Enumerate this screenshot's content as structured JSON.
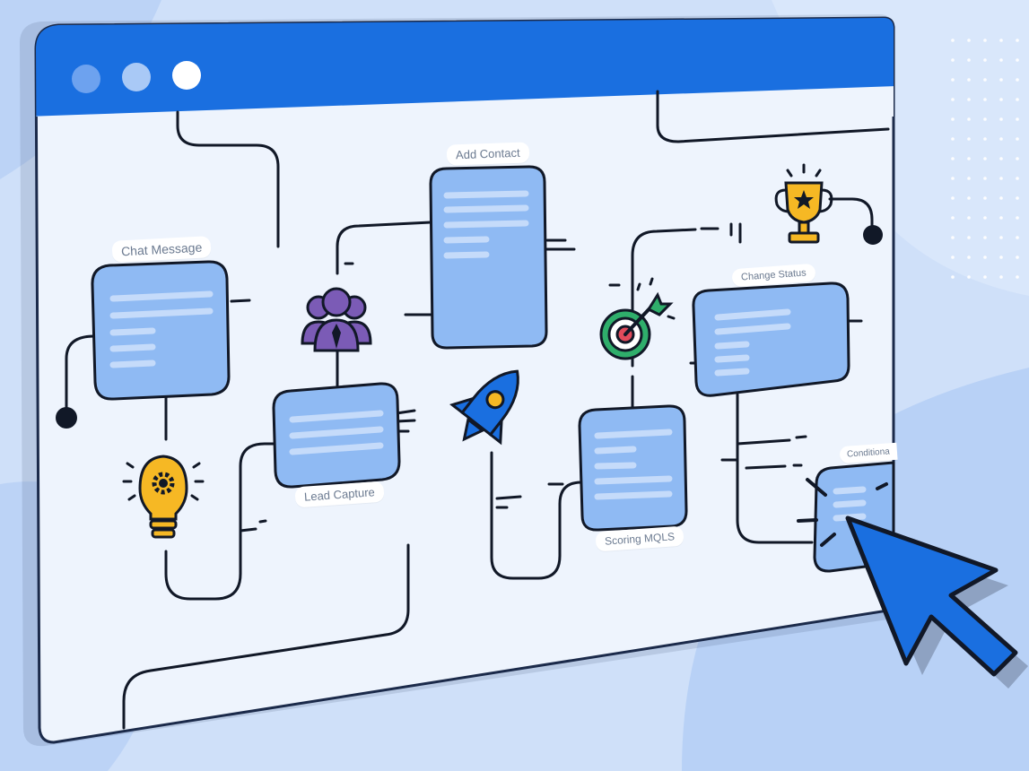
{
  "illustration": {
    "theme": "workflow-automation-canvas",
    "colors": {
      "background": "#cfe0f9",
      "window_frame": "#1b2a4a",
      "titlebar": "#1a6fe0",
      "canvas": "#eef4fd",
      "node_fill": "#8fbaf3",
      "node_lines": "#c5dbfa",
      "connector": "#111827",
      "cursor": "#1a6fe0",
      "accent_yellow": "#f6b824",
      "accent_purple": "#7b5bb6",
      "accent_green": "#2fae6b",
      "accent_red": "#e24b5b"
    },
    "window": {
      "controls": [
        "window-dot-1",
        "window-dot-2",
        "window-dot-3"
      ]
    },
    "nodes": [
      {
        "id": "chat-message",
        "label": "Chat Message"
      },
      {
        "id": "lead-capture",
        "label": "Lead Capture"
      },
      {
        "id": "add-contact",
        "label": "Add Contact"
      },
      {
        "id": "scoring-mqls",
        "label": "Scoring MQLS"
      },
      {
        "id": "change-status",
        "label": "Change Status"
      },
      {
        "id": "conditional",
        "label": "Conditiona"
      }
    ],
    "icons": [
      "lightbulb-gear-icon",
      "team-icon",
      "rocket-icon",
      "target-icon",
      "trophy-icon",
      "cursor-icon"
    ]
  }
}
